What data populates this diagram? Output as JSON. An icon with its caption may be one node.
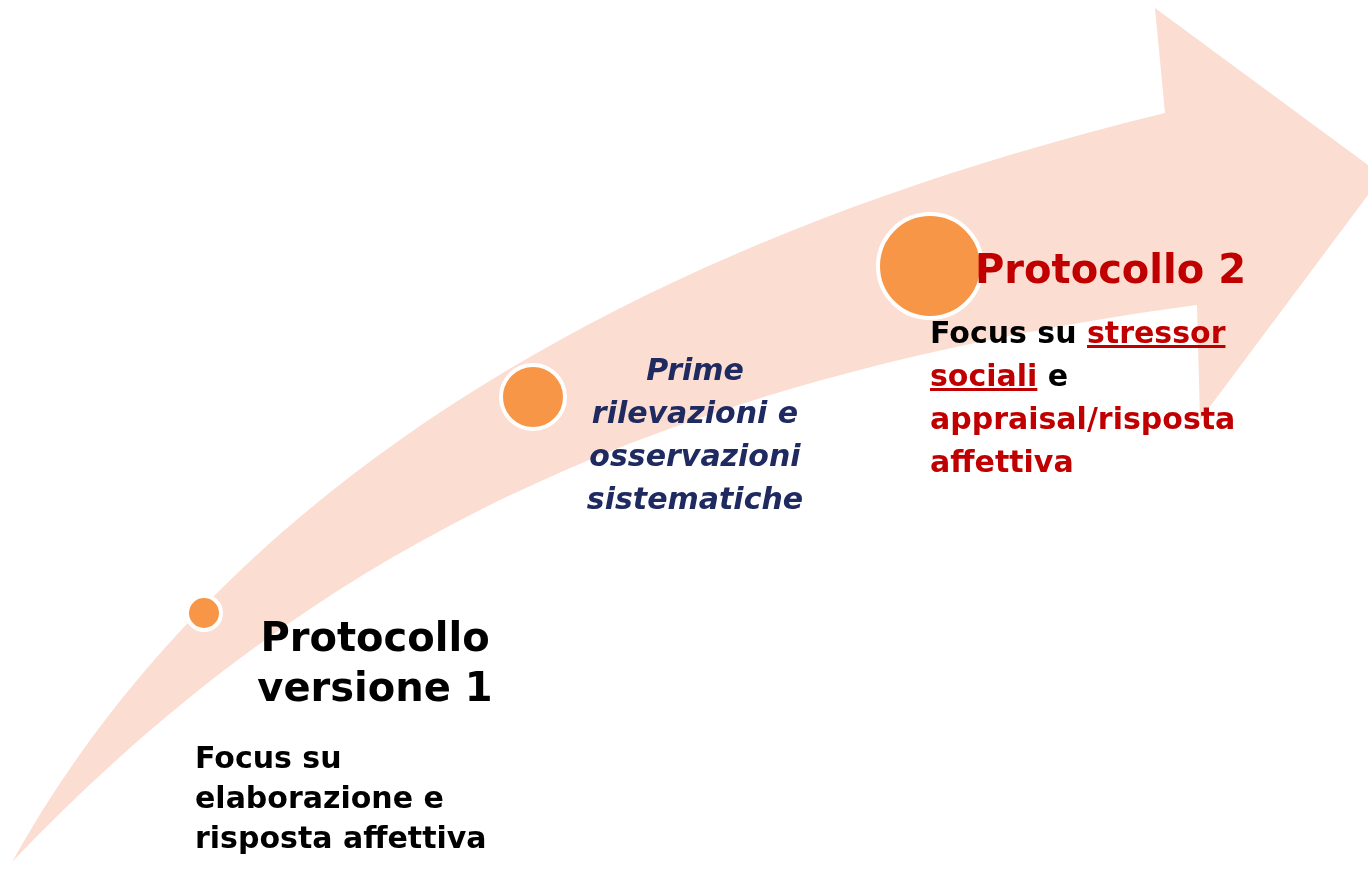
{
  "diagram": {
    "nodes": [
      {
        "text": [
          "Protocollo versione 1",
          "Focus su elaborazione e risposta affettiva"
        ]
      },
      {
        "text": [
          "Prime rilevazioni e osservazioni sistematiche"
        ]
      },
      {
        "text": [
          "Protocollo 2",
          "Focus su *stressor sociali* e **appraisal/risposta affettiva**"
        ]
      }
    ]
  }
}
